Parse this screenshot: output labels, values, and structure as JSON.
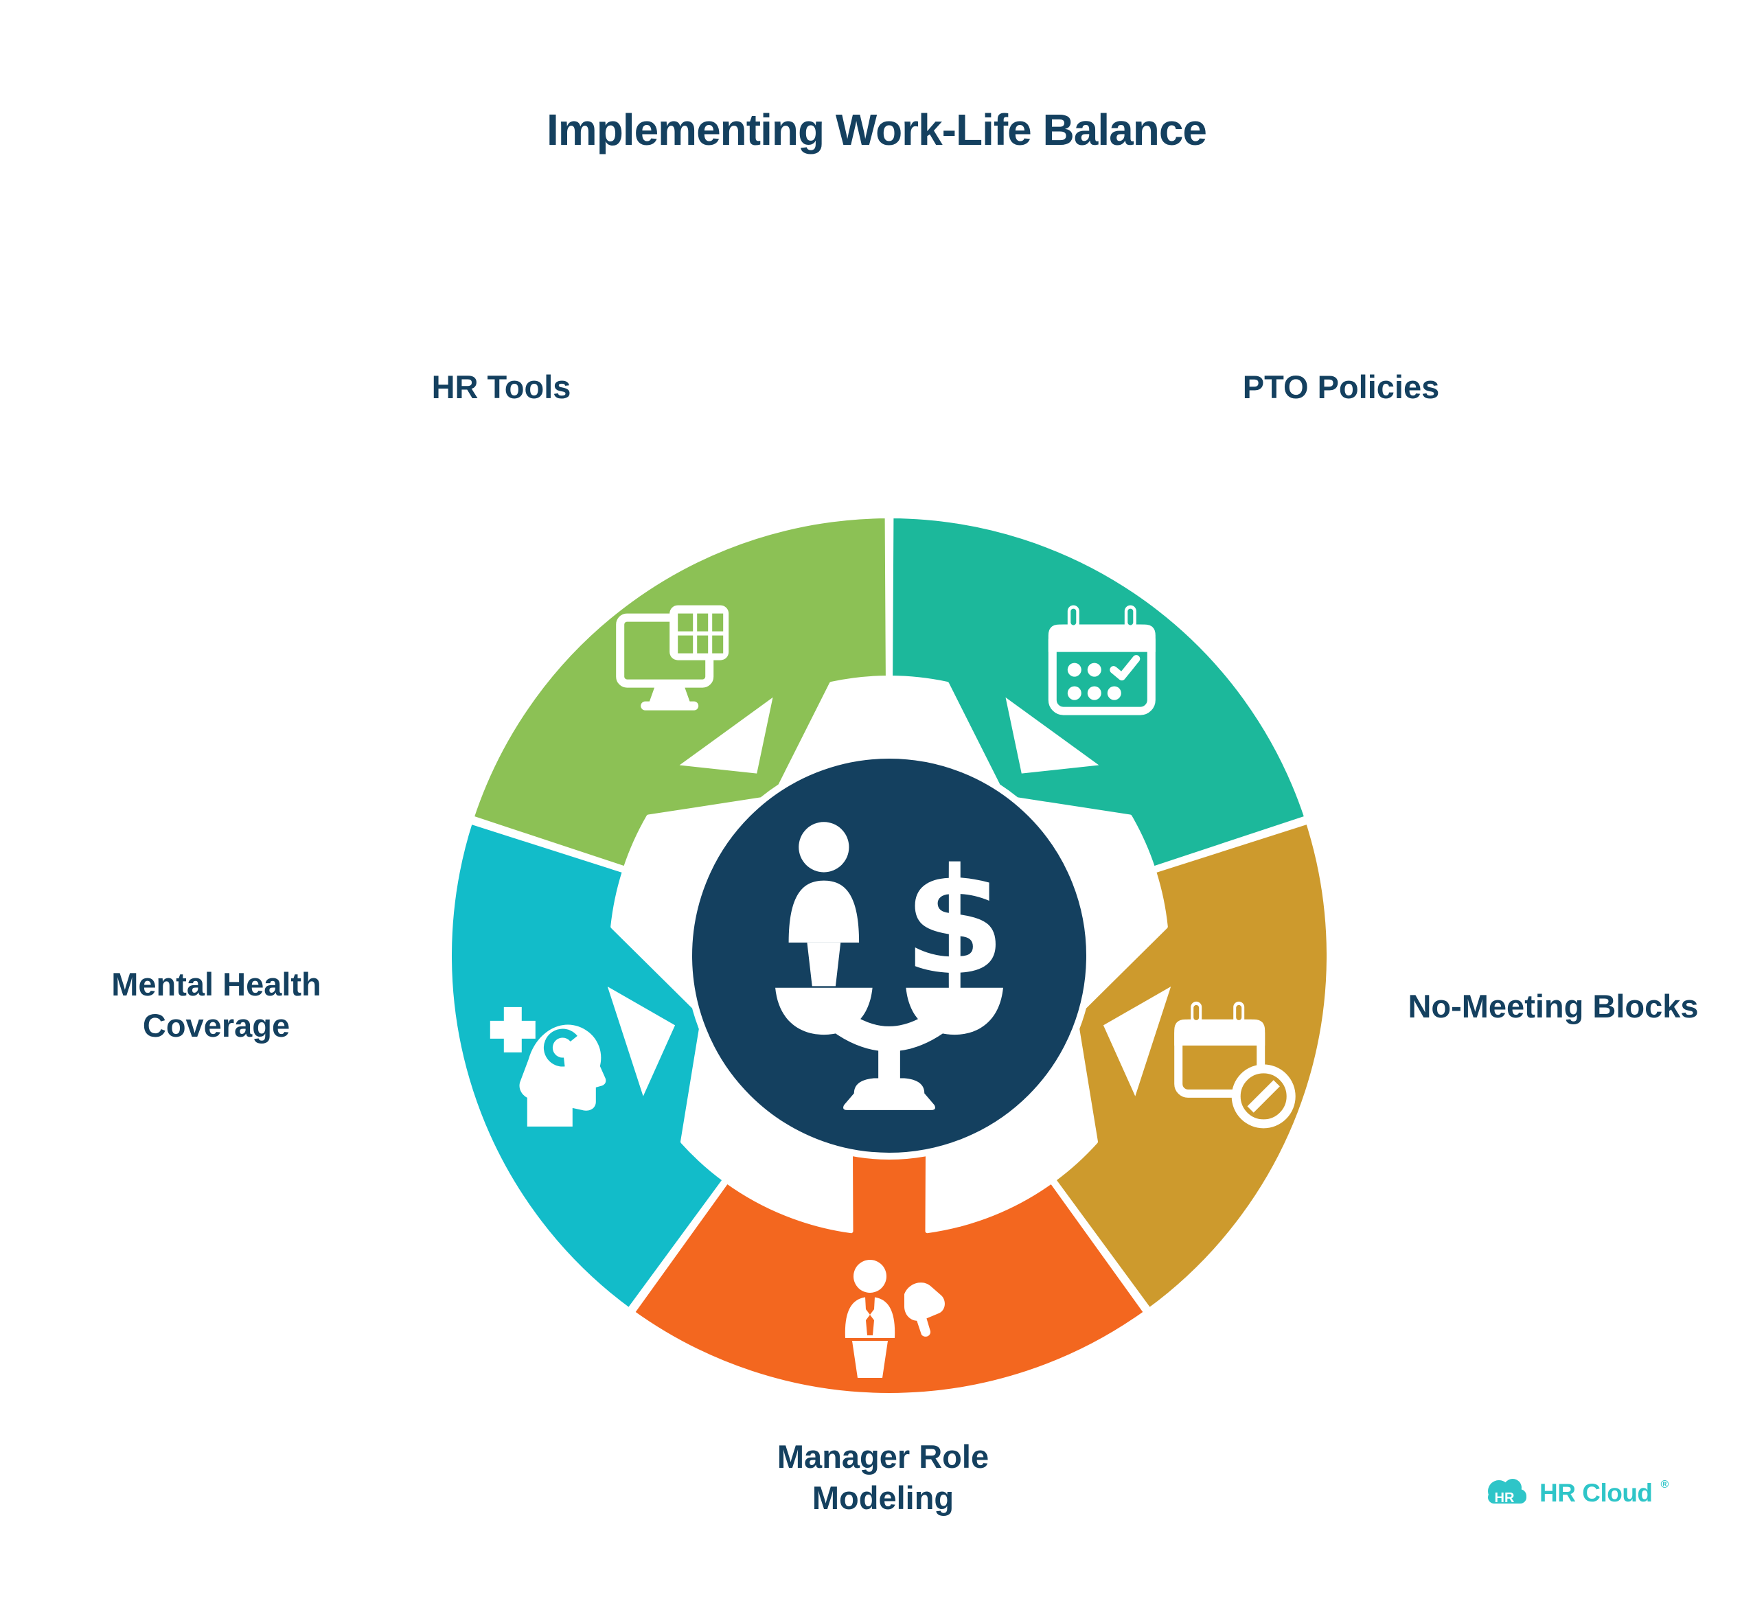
{
  "title": "Implementing Work-Life Balance",
  "colors": {
    "background": "#ffffff",
    "navy": "#14405F",
    "label_text": "#14405F",
    "logo_teal": "#2EC5C8",
    "icon_white": "#ffffff"
  },
  "diagram": {
    "center_icon": "balance-scale-icon",
    "dollar_glyph": "$",
    "segments": [
      {
        "id": "pto-policies",
        "label": "PTO Policies",
        "color": "#1CB89B",
        "angle": 36,
        "icon": "calendar-check-icon",
        "connector": "chevron"
      },
      {
        "id": "no-meeting-blocks",
        "label": "No-Meeting Blocks",
        "color": "#CD9A2D",
        "angle": 108,
        "icon": "calendar-blocked-icon",
        "connector": "chevron"
      },
      {
        "id": "manager-role-modeling",
        "label": "Manager Role Modeling",
        "color": "#F3671F",
        "angle": 180,
        "icon": "person-megaphone-icon",
        "connector": "stem"
      },
      {
        "id": "mental-health-coverage",
        "label": "Mental Health Coverage",
        "color": "#12BCC9",
        "angle": 252,
        "icon": "head-cross-icon",
        "connector": "chevron"
      },
      {
        "id": "hr-tools",
        "label": "HR Tools",
        "color": "#8CC155",
        "angle": 324,
        "icon": "monitor-grid-icon",
        "connector": "chevron"
      }
    ]
  },
  "logo": {
    "badge": "HR",
    "name": "HR Cloud",
    "registered": "®"
  }
}
